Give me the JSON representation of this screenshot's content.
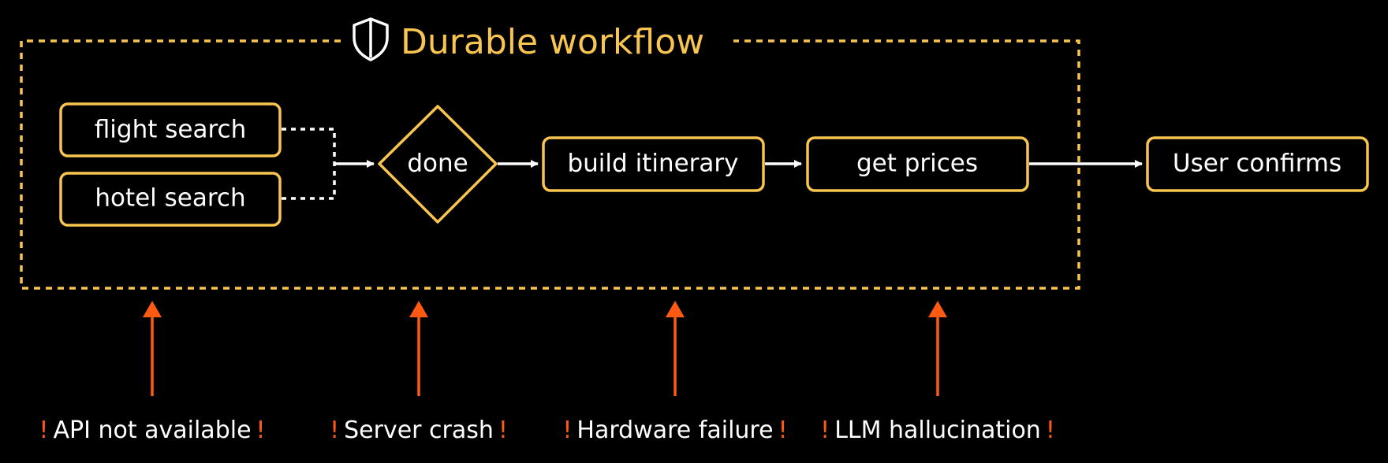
{
  "colors": {
    "background": "#000000",
    "accent": "#f8c54f",
    "text": "#ffffff",
    "arrow": "#ffffff",
    "failure": "#ff5a12"
  },
  "workflow": {
    "title": "Durable workflow",
    "title_icon": "shield-icon",
    "nodes": {
      "flight_search": "flight search",
      "hotel_search": "hotel search",
      "done": "done",
      "build_itinerary": "build itinerary",
      "get_prices": "get prices"
    }
  },
  "external": {
    "user_confirms": "User confirms"
  },
  "failures": {
    "marker": "!",
    "items": [
      "API not available",
      "Server crash",
      "Hardware failure",
      "LLM hallucination"
    ]
  }
}
